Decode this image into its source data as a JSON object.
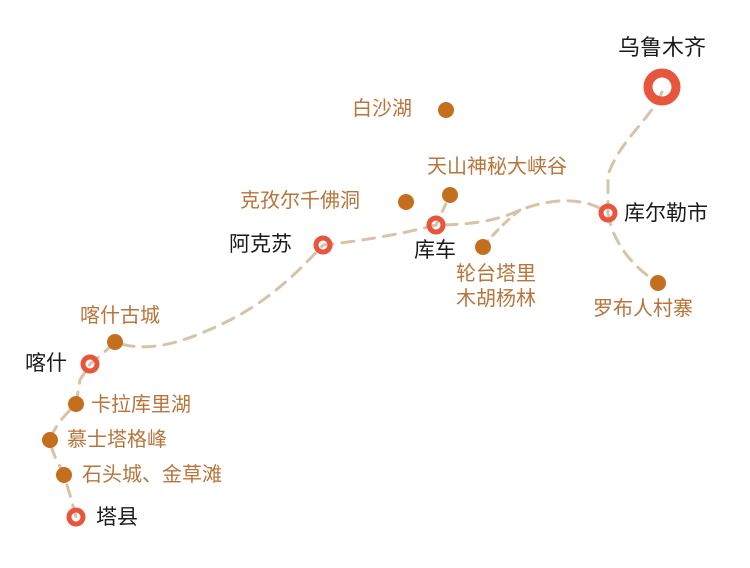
{
  "map": {
    "colors": {
      "city_marker": "#e8553d",
      "poi_marker": "#c46f1e",
      "route": "#d8c3a8",
      "city_text": "#1a1a1a",
      "poi_text": "#b8743a"
    },
    "cities": [
      {
        "id": "urumqi",
        "name": "乌鲁木齐"
      },
      {
        "id": "korla",
        "name": "库尔勒市"
      },
      {
        "id": "kuqa",
        "name": "库车"
      },
      {
        "id": "aksu",
        "name": "阿克苏"
      },
      {
        "id": "kashgar",
        "name": "喀什"
      },
      {
        "id": "taxian",
        "name": "塔县"
      }
    ],
    "attractions": [
      {
        "id": "baisha-lake",
        "name": "白沙湖"
      },
      {
        "id": "tianshan-canyon",
        "name": "天山神秘大峡谷"
      },
      {
        "id": "kizil-caves",
        "name": "克孜尔千佛洞"
      },
      {
        "id": "luntai-forest",
        "name": "轮台塔里\n木胡杨林"
      },
      {
        "id": "luntai-forest-line1",
        "name": "轮台塔里"
      },
      {
        "id": "luntai-forest-line2",
        "name": "木胡杨林"
      },
      {
        "id": "loprik-village",
        "name": "罗布人村寨"
      },
      {
        "id": "kashgar-old-city",
        "name": "喀什古城"
      },
      {
        "id": "karakul-lake",
        "name": "卡拉库里湖"
      },
      {
        "id": "muztagh-ata",
        "name": "慕士塔格峰"
      },
      {
        "id": "stone-city",
        "name": "石头城、金草滩"
      }
    ]
  }
}
